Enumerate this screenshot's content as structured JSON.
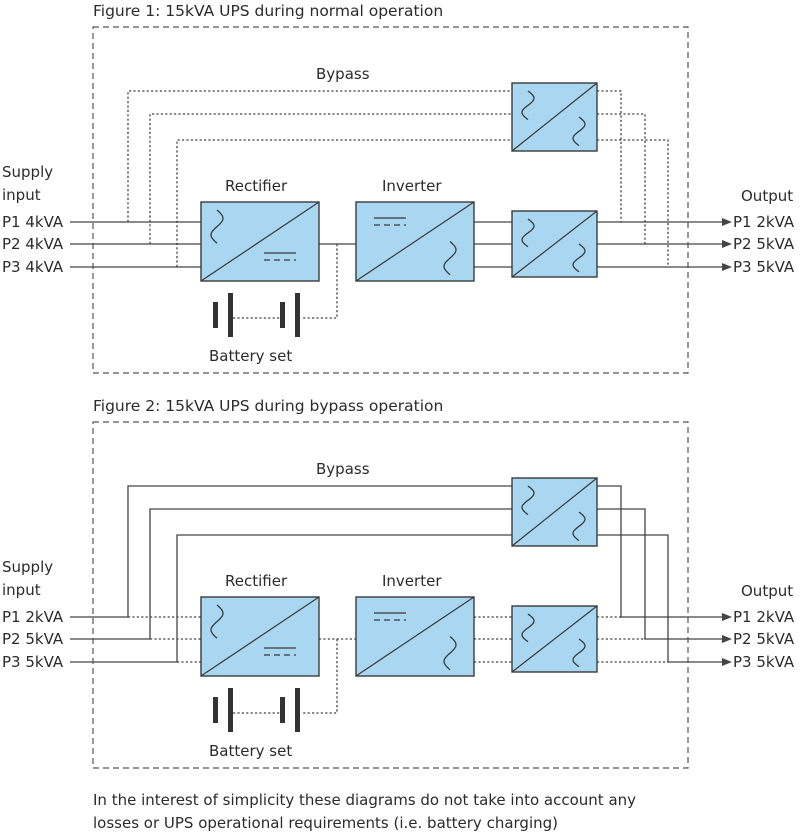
{
  "figures": [
    {
      "title": "Figure 1: 15kVA UPS during normal operation",
      "supply_label": [
        "Supply",
        "input"
      ],
      "inputs": [
        "P1 4kVA",
        "P2 4kVA",
        "P3 4kVA"
      ],
      "output_label": "Output",
      "outputs": [
        "P1 2kVA",
        "P2 5kVA",
        "P3 5kVA"
      ],
      "bypass_label": "Bypass",
      "rectifier_label": "Rectifier",
      "inverter_label": "Inverter",
      "battery_label": "Battery set",
      "mode": "normal"
    },
    {
      "title": "Figure 2: 15kVA UPS during bypass operation",
      "supply_label": [
        "Supply",
        "input"
      ],
      "inputs": [
        "P1 2kVA",
        "P2 5kVA",
        "P3 5kVA"
      ],
      "output_label": "Output",
      "outputs": [
        "P1 2kVA",
        "P2 5kVA",
        "P3 5kVA"
      ],
      "bypass_label": "Bypass",
      "rectifier_label": "Rectifier",
      "inverter_label": "Inverter",
      "battery_label": "Battery set",
      "mode": "bypass"
    }
  ],
  "footnote": [
    "In the interest of simplicity these diagrams do not take into account any",
    "losses or UPS operational requirements (i.e. battery charging)"
  ],
  "colors": {
    "converter_fill": "#a9d7f1",
    "line": "#444444"
  },
  "icons": [
    "ac-to-ac-converter-icon",
    "ac-to-dc-converter-icon",
    "dc-to-ac-converter-icon",
    "battery-icon",
    "arrow-right-icon"
  ]
}
